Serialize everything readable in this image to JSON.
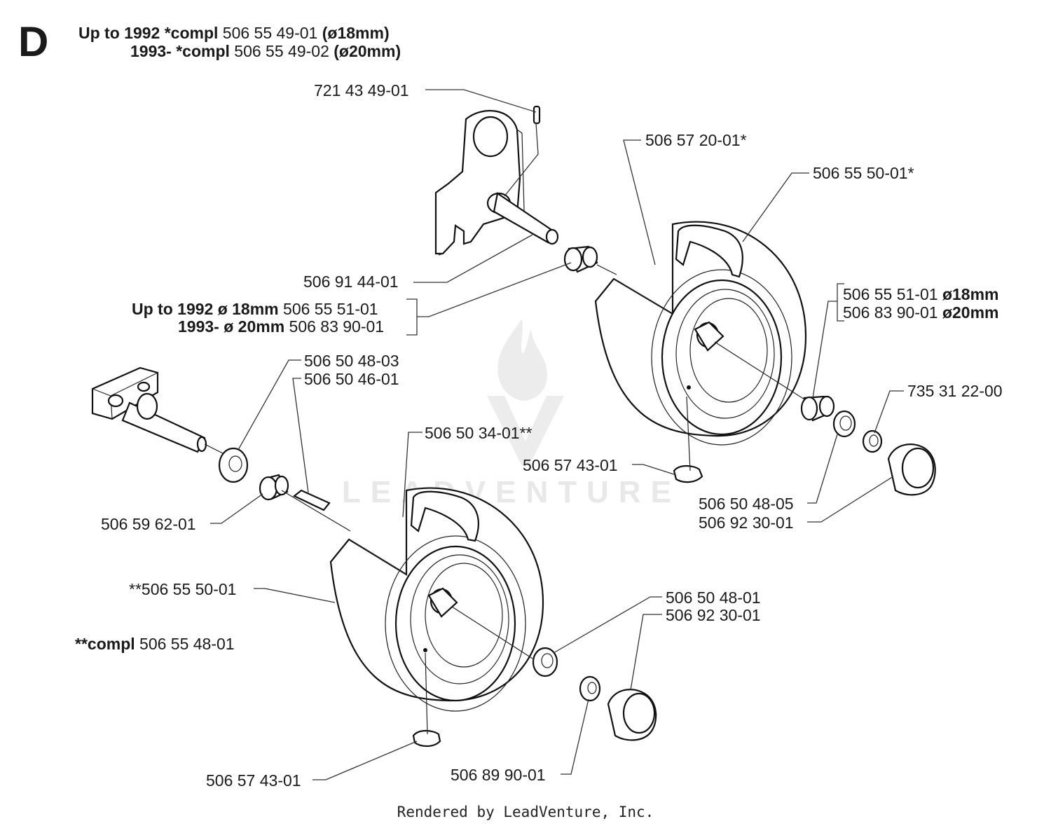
{
  "section_letter": "D",
  "header": {
    "row1": {
      "prefix": "Up to 1992  *compl",
      "part": "506 55 49-01",
      "size": "(ø18mm)"
    },
    "row2": {
      "prefix": "1993- *compl",
      "part": "506 55 49-02",
      "size": "(ø20mm)"
    }
  },
  "labels": {
    "l_721_43_49_01": "721 43 49-01",
    "l_506_57_20_01": "506 57 20-01*",
    "l_506_55_50_01_top": "506 55 50-01*",
    "l_506_91_44_01": "506 91 44-01",
    "bush_left_row1_prefix": "Up to 1992 ø 18mm",
    "bush_left_row1_part": "506 55 51-01",
    "bush_left_row2_prefix": "1993- ø 20mm",
    "bush_left_row2_part": "506 83 90-01",
    "bush_right_row1_part": "506 55 51-01",
    "bush_right_row1_size": "ø18mm",
    "bush_right_row2_part": "506 83 90-01",
    "bush_right_row2_size": "ø20mm",
    "l_506_50_48_03": "506 50 48-03",
    "l_506_50_46_01": "506 50 46-01",
    "l_735_31_22_00": "735 31 22-00",
    "l_506_50_34_01": "506 50 34-01**",
    "l_506_57_43_01_top": "506 57 43-01",
    "l_506_50_48_05": "506 50 48-05",
    "l_506_92_30_01_top": "506 92 30-01",
    "l_506_59_62_01": "506 59 62-01",
    "l_506_55_50_01_bottom": "**506 55 50-01",
    "compl_prefix": "**compl",
    "compl_part": "506 55 48-01",
    "l_506_50_48_01": "506 50 48-01",
    "l_506_92_30_01_bottom": "506 92 30-01",
    "l_506_57_43_01_bottom": "506 57 43-01",
    "l_506_89_90_01": "506 89 90-01"
  },
  "watermark": "LEADVENTURE",
  "footer": "Rendered by LeadVenture, Inc."
}
